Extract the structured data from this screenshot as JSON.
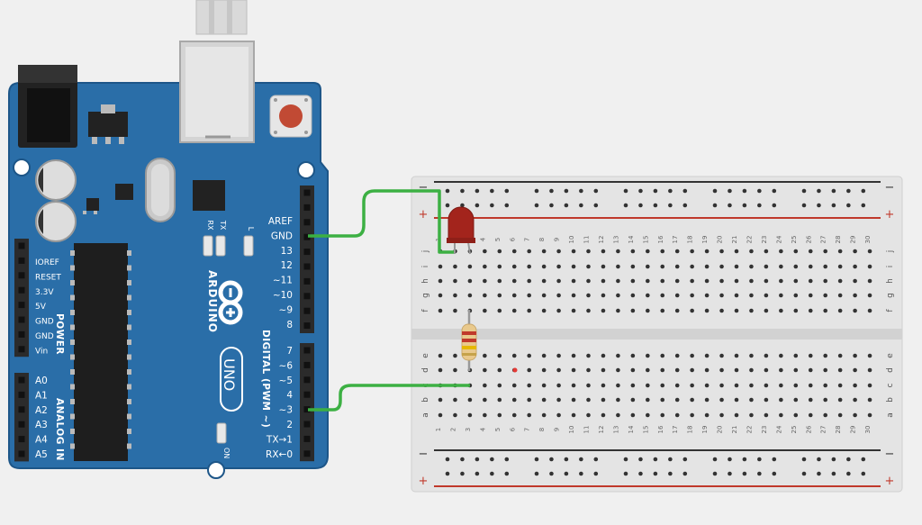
{
  "colors": {
    "background": "#f0f0f0",
    "board": "#2a6ea8",
    "board_edge": "#1d5688",
    "header": "#2b2b2b",
    "breadboard": "#e4e4e4",
    "rail_red": "#c0392b",
    "rail_black": "#333333",
    "wire": "#3cb043",
    "led": "#a3241c",
    "resistor": "#e9c98c"
  },
  "arduino": {
    "brand": "ARDUINO",
    "model": "UNO",
    "chip_label": "",
    "led_labels": [
      "RX",
      "TX",
      "L"
    ],
    "on_label": "ON",
    "digital_title": "DIGITAL (PWM ~)",
    "power_title": "POWER",
    "analog_title": "ANALOG IN",
    "top_pins": [
      "AREF",
      "GND",
      "13",
      "12",
      "~11",
      "~10",
      "~9",
      "8"
    ],
    "bottom_pins": [
      "7",
      "~6",
      "~5",
      "4",
      "~3",
      "2",
      "TX→1",
      "RX←0"
    ],
    "power_pins": [
      "IOREF",
      "RESET",
      "3.3V",
      "5V",
      "GND",
      "GND",
      "Vin"
    ],
    "analog_pins": [
      "A0",
      "A1",
      "A2",
      "A3",
      "A4",
      "A5"
    ]
  },
  "breadboard": {
    "columns": 30,
    "column_labels_shown": [
      "1",
      "2",
      "3",
      "4",
      "5",
      "6",
      "7",
      "8",
      "9",
      "10",
      "11",
      "12",
      "13",
      "14",
      "15",
      "16",
      "17",
      "18",
      "19",
      "20",
      "21",
      "22",
      "23",
      "24",
      "25",
      "26",
      "27",
      "28",
      "29",
      "30"
    ],
    "rows_top": [
      "j",
      "i",
      "h",
      "g",
      "f"
    ],
    "rows_bottom": [
      "e",
      "d",
      "c",
      "b",
      "a"
    ],
    "rail_minus": "−",
    "rail_plus": "+"
  },
  "wires": [
    {
      "name": "wire-gnd",
      "from": "GND",
      "to": "breadboard-row-j-col-2"
    },
    {
      "name": "wire-pin3",
      "from": "~3",
      "to": "breadboard-row-c-col-3"
    }
  ]
}
